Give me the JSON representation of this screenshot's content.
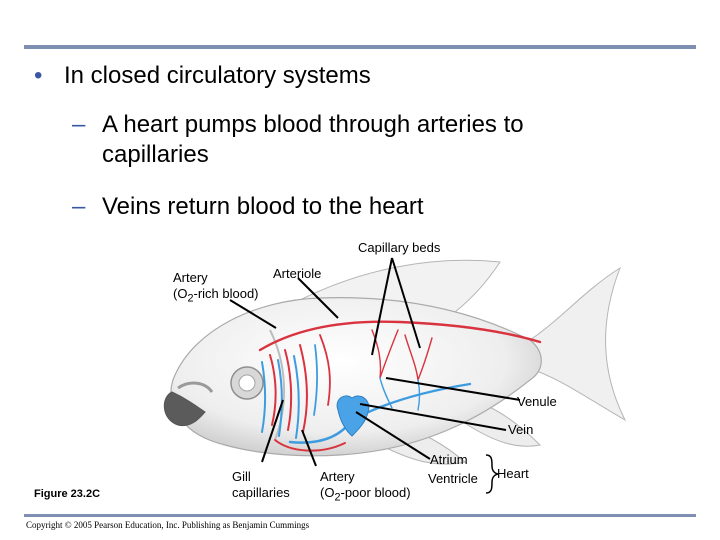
{
  "slide": {
    "bullet": "In closed circulatory systems",
    "sub1_line1": "A heart pumps blood through arteries to",
    "sub1_line2": "capillaries",
    "sub2": "Veins return blood to the heart"
  },
  "labels": {
    "capillary_beds": "Capillary beds",
    "arteriole": "Arteriole",
    "artery_rich_line1": "Artery",
    "artery_rich_line2_a": "(O",
    "artery_rich_line2_sub": "2",
    "artery_rich_line2_b": "-rich blood)",
    "venule": "Venule",
    "vein": "Vein",
    "gill_line1": "Gill",
    "gill_line2": "capillaries",
    "artery_poor_line1": "Artery",
    "artery_poor_line2_a": "(O",
    "artery_poor_line2_sub": "2",
    "artery_poor_line2_b": "-poor blood)",
    "atrium": "Atrium",
    "ventricle": "Ventricle",
    "heart": "Heart"
  },
  "footer": {
    "figure": "Figure 23.2C",
    "copyright": "Copyright © 2005 Pearson Education, Inc. Publishing as Benjamin Cummings"
  },
  "colors": {
    "rule": "#7f8fb1",
    "bullet_accent": "#3a58a6",
    "artery_red": "#d9333f",
    "vein_blue": "#3d9ce0"
  }
}
